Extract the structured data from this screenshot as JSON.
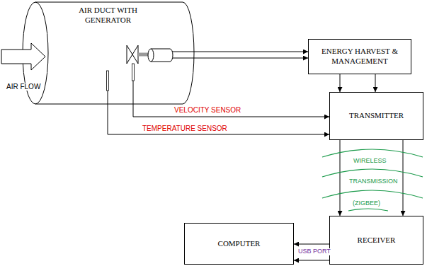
{
  "diagram": {
    "nodes": [
      {
        "text": [
          "AIR DUCT WITH GENERATOR"
        ]
      },
      {
        "text": [
          "ENERGY HARVEST & MANAGEMENT"
        ]
      },
      {
        "text": [
          "TRANSMITTER"
        ]
      },
      {
        "text": [
          "COMPUTER"
        ]
      },
      {
        "text": [
          "RECEIVER"
        ]
      }
    ],
    "edges": [
      {
        "from": 0,
        "to": 1,
        "arrow": "to"
      },
      {
        "from": 0,
        "to": 1,
        "arrow": "to"
      },
      {
        "from": 1,
        "to": 2,
        "arrow": "to"
      },
      {
        "from": 1,
        "to": 2,
        "arrow": "to"
      },
      {
        "from": 0,
        "to": 2,
        "arrow": "to",
        "label": "VELOCITY SENSOR"
      },
      {
        "from": 0,
        "to": 2,
        "arrow": "to",
        "label": "TEMPERATURE SENSOR"
      },
      {
        "from": 2,
        "to": 4,
        "arrow": "to"
      },
      {
        "from": 2,
        "to": 4,
        "arrow": "to"
      },
      {
        "from": 4,
        "to": 3,
        "arrow": "to"
      },
      {
        "from": 4,
        "to": 3,
        "arrow": "to"
      }
    ],
    "labels": [
      "AIR FLOW",
      "WIRELESS",
      "TRANSMISSION",
      "(ZIGBEE)",
      "USB PORT"
    ]
  }
}
